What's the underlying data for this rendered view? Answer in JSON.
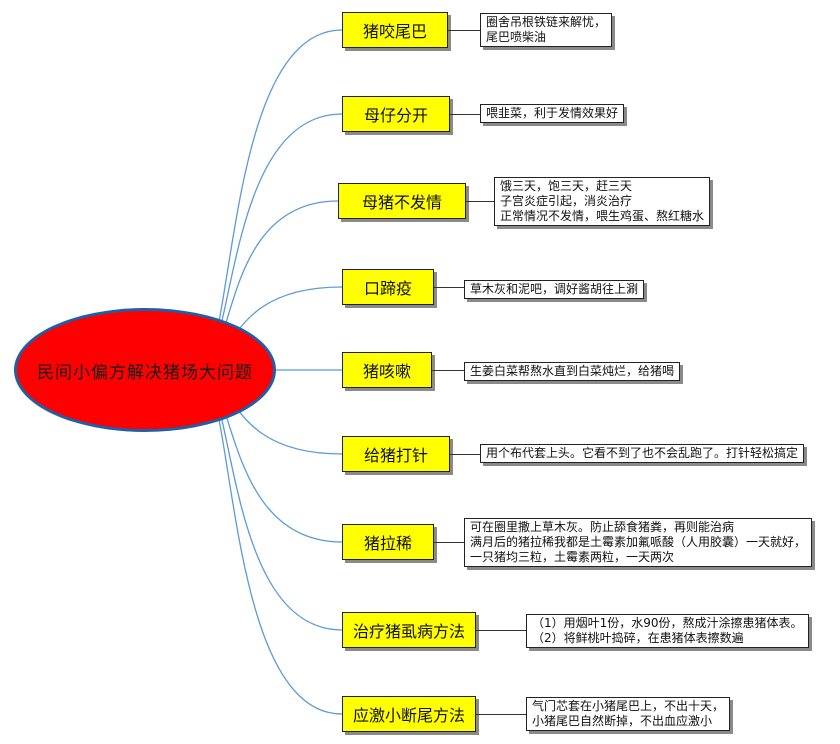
{
  "center": {
    "label": "民间小偏方解决猪场大问题"
  },
  "branches": [
    {
      "topic": "猪咬尾巴",
      "note": [
        "圈舍吊根铁链来解忧，",
        "尾巴喷柴油"
      ]
    },
    {
      "topic": "母仔分开",
      "note": [
        "喂韭菜，利于发情效果好"
      ]
    },
    {
      "topic": "母猪不发情",
      "note": [
        "饿三天，饱三天，赶三天",
        "子宫炎症引起，消炎治疗",
        "正常情况不发情，喂生鸡蛋、熬红糖水"
      ]
    },
    {
      "topic": "口蹄疫",
      "note": [
        "草木灰和泥吧，调好酱胡往上涮"
      ]
    },
    {
      "topic": "猪咳嗽",
      "note": [
        "生姜白菜帮熬水直到白菜炖烂，给猪喝"
      ]
    },
    {
      "topic": "给猪打针",
      "note": [
        "用个布代套上头。它看不到了也不会乱跑了。打针轻松搞定"
      ]
    },
    {
      "topic": "猪拉稀",
      "note": [
        "可在圈里撒上草木灰。防止舔食猪粪，再则能治病",
        "满月后的猪拉稀我都是土霉素加氟哌酸（人用胶囊）一天就好，",
        "一只猪均三粒，土霉素两粒，一天两次"
      ]
    },
    {
      "topic": "治疗猪虱病方法",
      "note": [
        "（1）用烟叶1份，水90份，熬成汁涂擦患猪体表。",
        "（2）将鲜桃叶捣碎，在患猪体表擦数遍"
      ]
    },
    {
      "topic": "应激小断尾方法",
      "note": [
        "气门芯套在小猪尾巴上，不出十天，",
        "小猪尾巴自然断掉，不出血应激小"
      ]
    }
  ],
  "colors": {
    "center_fill": "#ff0000",
    "center_border": "#1f5fa8",
    "topic_fill": "#ffff00",
    "link": "#5b9bd5"
  }
}
